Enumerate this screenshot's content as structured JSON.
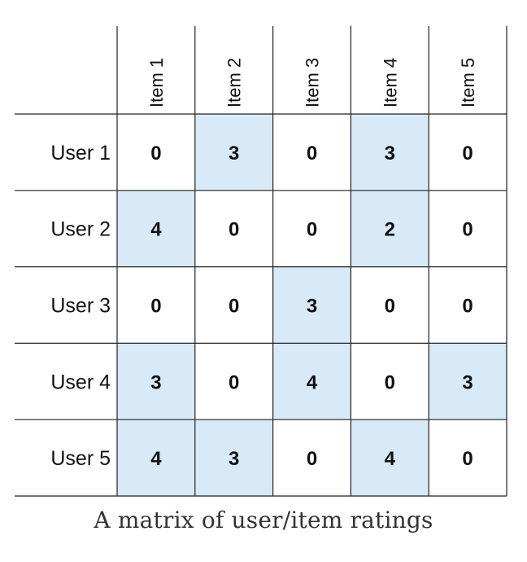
{
  "matrix": {
    "column_labels": [
      "Item 1",
      "Item 2",
      "Item 3",
      "Item 4",
      "Item 5"
    ],
    "row_labels": [
      "User 1",
      "User 2",
      "User 3",
      "User 4",
      "User 5"
    ],
    "values": [
      [
        0,
        3,
        0,
        3,
        0
      ],
      [
        4,
        0,
        0,
        2,
        0
      ],
      [
        0,
        0,
        3,
        0,
        0
      ],
      [
        3,
        0,
        4,
        0,
        3
      ],
      [
        4,
        3,
        0,
        4,
        0
      ]
    ],
    "highlight_color": "#d8e9f7",
    "highlight_rule": "nonzero"
  },
  "caption": "A matrix of user/item ratings"
}
